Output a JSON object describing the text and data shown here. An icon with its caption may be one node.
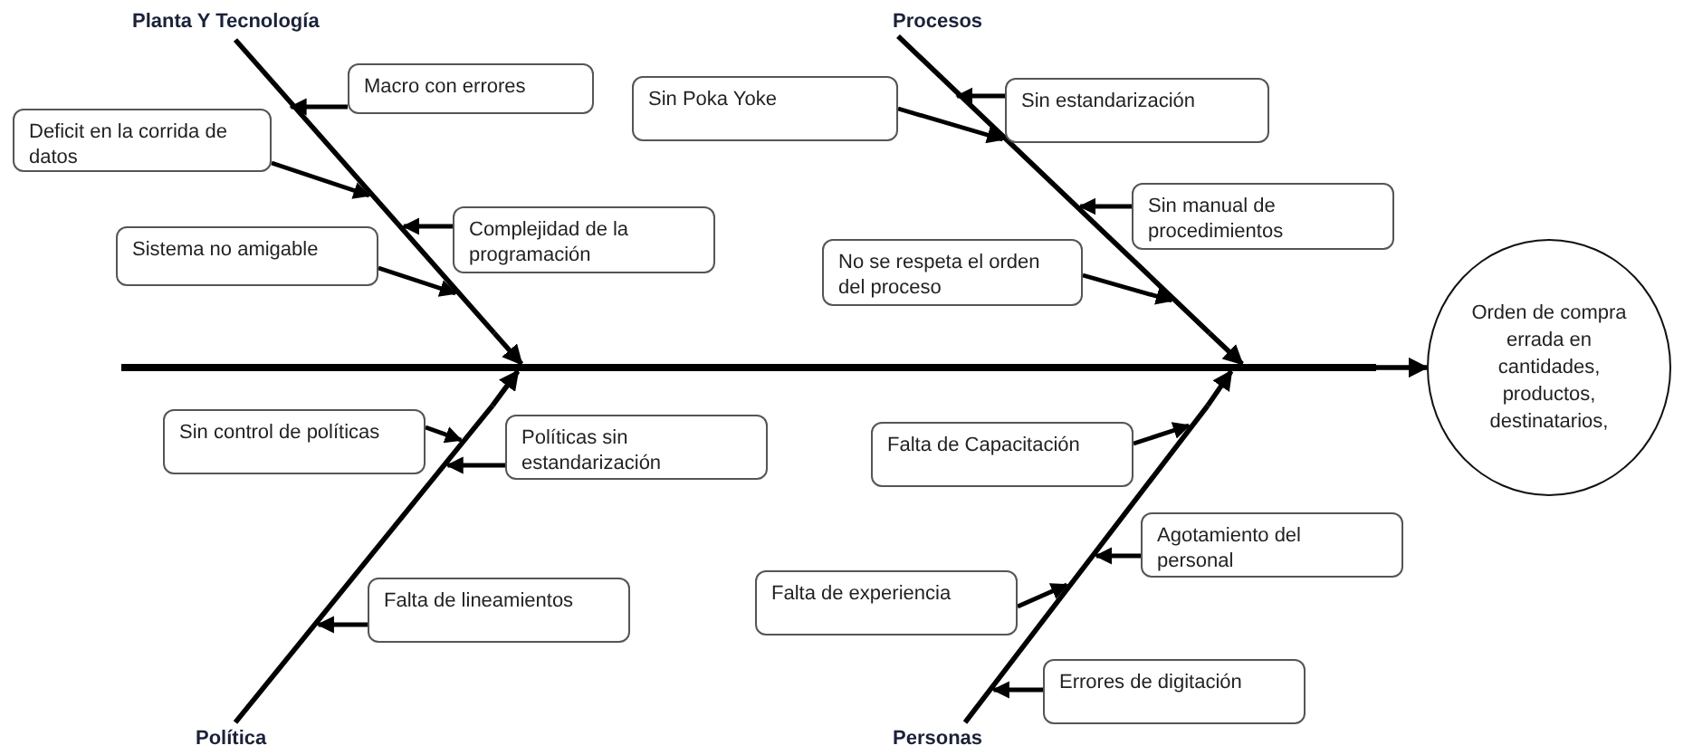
{
  "diagram": {
    "nodes": [
      {
        "text": [
          "Planta Y Tecnología"
        ]
      },
      {
        "text": [
          "Macro con errores"
        ]
      },
      {
        "text": [
          "Deficit en la corrida de datos"
        ]
      },
      {
        "text": [
          "Complejidad de la programación"
        ]
      },
      {
        "text": [
          "Sistema no amigable"
        ]
      },
      {
        "text": [
          "Procesos"
        ]
      },
      {
        "text": [
          "Sin Poka Yoke"
        ]
      },
      {
        "text": [
          "Sin estandarización"
        ]
      },
      {
        "text": [
          "Sin manual de procedimientos"
        ]
      },
      {
        "text": [
          "No se respeta el orden del proceso"
        ]
      },
      {
        "text": [
          "Orden de compra errada en cantidades, productos, destinatarios,"
        ]
      },
      {
        "text": [
          "Política"
        ]
      },
      {
        "text": [
          "Sin control de políticas"
        ]
      },
      {
        "text": [
          "Políticas sin estandarización"
        ]
      },
      {
        "text": [
          "Falta de lineamientos"
        ]
      },
      {
        "text": [
          "Falta de Capacitación"
        ]
      },
      {
        "text": [
          "Agotamiento del personal"
        ]
      },
      {
        "text": [
          "Falta de experiencia"
        ]
      },
      {
        "text": [
          "Errores de digitación"
        ]
      },
      {
        "text": [
          "Personas"
        ]
      },
      {
        "text": [],
        "shape": "bar"
      }
    ],
    "edges": [
      {
        "from": 20,
        "to": 10,
        "arrow": "to"
      },
      {
        "from": 1,
        "to": 0,
        "arrow": "to"
      },
      {
        "from": 2,
        "to": 0,
        "arrow": "to"
      },
      {
        "from": 3,
        "to": 0,
        "arrow": "to"
      },
      {
        "from": 4,
        "to": 0,
        "arrow": "to"
      },
      {
        "from": 6,
        "to": 5,
        "arrow": "to"
      },
      {
        "from": 7,
        "to": 5,
        "arrow": "to"
      },
      {
        "from": 8,
        "to": 5,
        "arrow": "to"
      },
      {
        "from": 9,
        "to": 5,
        "arrow": "to"
      },
      {
        "from": 12,
        "to": 11,
        "arrow": "to"
      },
      {
        "from": 13,
        "to": 11,
        "arrow": "to"
      },
      {
        "from": 14,
        "to": 11,
        "arrow": "to"
      },
      {
        "from": 15,
        "to": 19,
        "arrow": "to"
      },
      {
        "from": 16,
        "to": 19,
        "arrow": "to"
      },
      {
        "from": 17,
        "to": 19,
        "arrow": "to"
      },
      {
        "from": 18,
        "to": 19,
        "arrow": "to"
      },
      {
        "from": 0,
        "to": 20,
        "arrow": "to"
      },
      {
        "from": 5,
        "to": 20,
        "arrow": "to"
      },
      {
        "from": 11,
        "to": 20,
        "arrow": "to"
      },
      {
        "from": 19,
        "to": 20,
        "arrow": "to"
      }
    ]
  }
}
